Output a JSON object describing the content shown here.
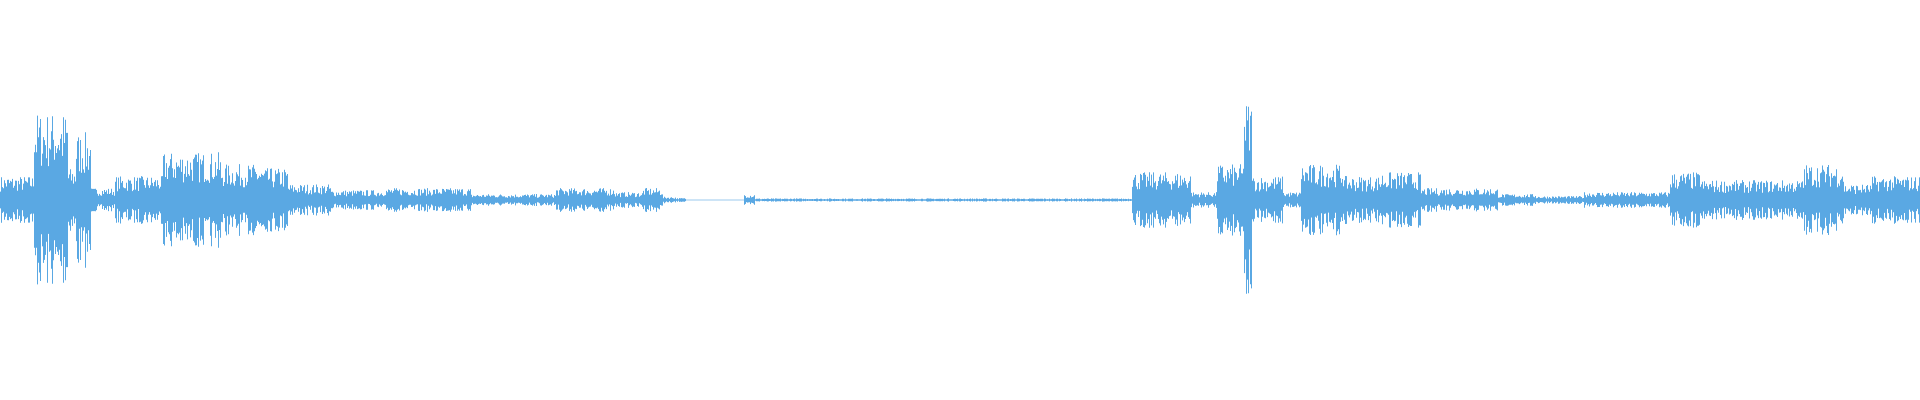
{
  "waveform": {
    "color": "#5aa8e3",
    "background": "#ffffff",
    "segments": [
      {
        "start": 0.0,
        "end": 0.018,
        "amp": 0.06
      },
      {
        "start": 0.018,
        "end": 0.035,
        "amp": 0.22
      },
      {
        "start": 0.035,
        "end": 0.04,
        "amp": 0.08
      },
      {
        "start": 0.04,
        "end": 0.047,
        "amp": 0.17
      },
      {
        "start": 0.047,
        "end": 0.06,
        "amp": 0.03
      },
      {
        "start": 0.06,
        "end": 0.085,
        "amp": 0.06
      },
      {
        "start": 0.085,
        "end": 0.115,
        "amp": 0.12
      },
      {
        "start": 0.115,
        "end": 0.135,
        "amp": 0.09
      },
      {
        "start": 0.135,
        "end": 0.15,
        "amp": 0.08
      },
      {
        "start": 0.15,
        "end": 0.172,
        "amp": 0.04
      },
      {
        "start": 0.172,
        "end": 0.2,
        "amp": 0.025
      },
      {
        "start": 0.2,
        "end": 0.245,
        "amp": 0.03
      },
      {
        "start": 0.245,
        "end": 0.29,
        "amp": 0.015
      },
      {
        "start": 0.29,
        "end": 0.32,
        "amp": 0.03
      },
      {
        "start": 0.32,
        "end": 0.335,
        "amp": 0.02
      },
      {
        "start": 0.335,
        "end": 0.345,
        "amp": 0.03
      },
      {
        "start": 0.345,
        "end": 0.352,
        "amp": 0.008
      },
      {
        "start": 0.352,
        "end": 0.357,
        "amp": 0.005
      },
      {
        "start": 0.357,
        "end": 0.388,
        "amp": 0.0
      },
      {
        "start": 0.388,
        "end": 0.393,
        "amp": 0.015
      },
      {
        "start": 0.393,
        "end": 0.59,
        "amp": 0.004
      },
      {
        "start": 0.59,
        "end": 0.62,
        "amp": 0.07
      },
      {
        "start": 0.62,
        "end": 0.634,
        "amp": 0.02
      },
      {
        "start": 0.634,
        "end": 0.648,
        "amp": 0.09
      },
      {
        "start": 0.648,
        "end": 0.652,
        "amp": 0.25
      },
      {
        "start": 0.652,
        "end": 0.668,
        "amp": 0.06
      },
      {
        "start": 0.668,
        "end": 0.678,
        "amp": 0.02
      },
      {
        "start": 0.678,
        "end": 0.7,
        "amp": 0.09
      },
      {
        "start": 0.7,
        "end": 0.72,
        "amp": 0.06
      },
      {
        "start": 0.72,
        "end": 0.74,
        "amp": 0.07
      },
      {
        "start": 0.74,
        "end": 0.78,
        "amp": 0.03
      },
      {
        "start": 0.78,
        "end": 0.8,
        "amp": 0.015
      },
      {
        "start": 0.8,
        "end": 0.825,
        "amp": 0.01
      },
      {
        "start": 0.825,
        "end": 0.87,
        "amp": 0.02
      },
      {
        "start": 0.87,
        "end": 0.885,
        "amp": 0.07
      },
      {
        "start": 0.885,
        "end": 0.94,
        "amp": 0.05
      },
      {
        "start": 0.94,
        "end": 0.96,
        "amp": 0.09
      },
      {
        "start": 0.96,
        "end": 0.975,
        "amp": 0.04
      },
      {
        "start": 0.975,
        "end": 1.0,
        "amp": 0.06
      }
    ]
  }
}
